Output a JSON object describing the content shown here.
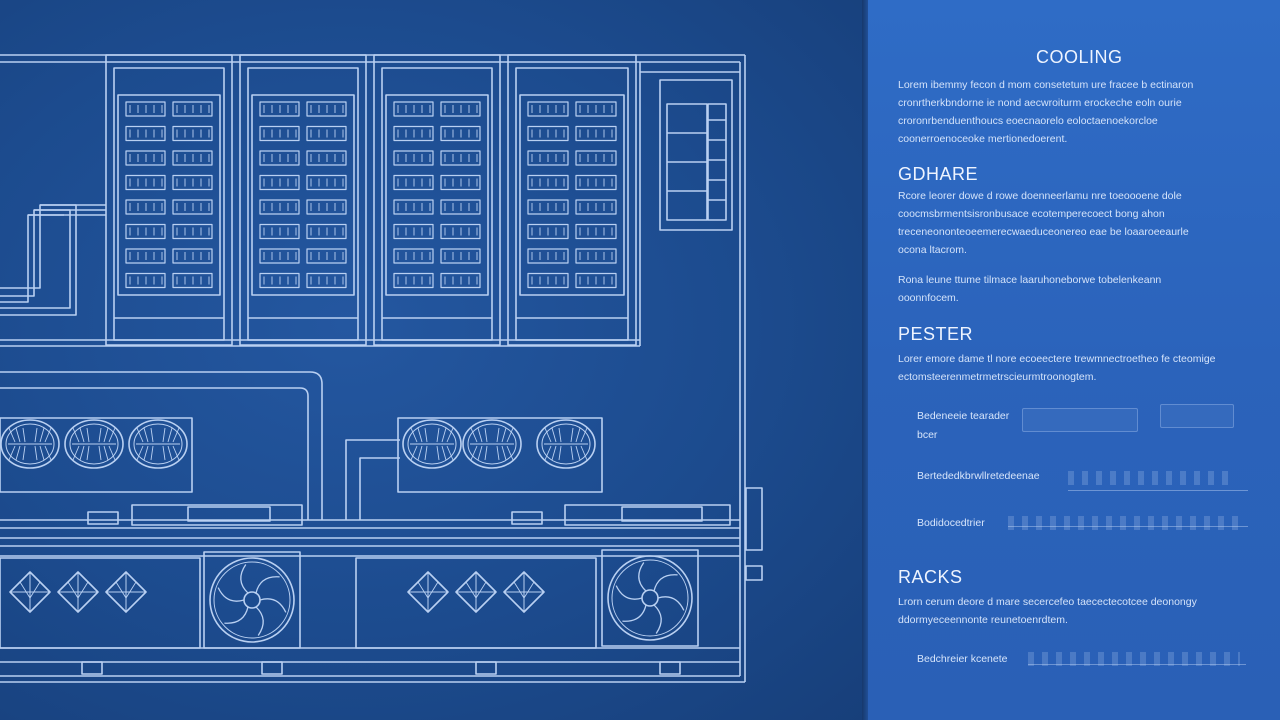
{
  "panel": {
    "sections": [
      {
        "heading": "COOLING",
        "paragraphs": [
          [
            "Lorem ibemmy fecon d mom consetetum ure fracee b ectinaron",
            "cronrtherkbndorne ie nond aecwroiturm erockeche eoln ourie",
            "croronrbenduenthoucs eoecnaorelo eoloctaenoekorcloe",
            "coonerroenoceoke mertionedoerent."
          ]
        ]
      },
      {
        "heading": "GDHARE",
        "paragraphs": [
          [
            "Rcore leorer dowe d rowe doenneerlamu nre toeoooene dole",
            "coocmsbrmentsisronbusace ecotemperecoect bong ahon",
            "treceneononteoeemerecwaeduceonereo eae be loaaroeeaurle",
            "ocona ltacrom."
          ],
          [
            "Rona leune ttume tilmace laaruhoneborwe tobelenkeann",
            "ooonnfocem."
          ]
        ]
      },
      {
        "heading": "PESTER",
        "paragraphs": [
          [
            "Lorer emore dame tl nore ecoeectere trewmnectroetheo fe cteomige",
            "ectomsteerenmetrmetrscieurmtroonogtem."
          ]
        ]
      },
      {
        "heading": "RACKS",
        "paragraphs": [
          [
            "Lrorn cerum deore d mare secercefeo taecectecotcee deonongy",
            "ddormyeceennonte reunetoenrdtem."
          ]
        ]
      }
    ],
    "fields": [
      {
        "label": "Bedeneeie tearader",
        "sublabel": "bcer"
      },
      {
        "label": "Bertededkbrwllretedeenae"
      },
      {
        "label": "Bodidocedtrier"
      },
      {
        "label": "Bedchreier kcenete"
      }
    ]
  }
}
